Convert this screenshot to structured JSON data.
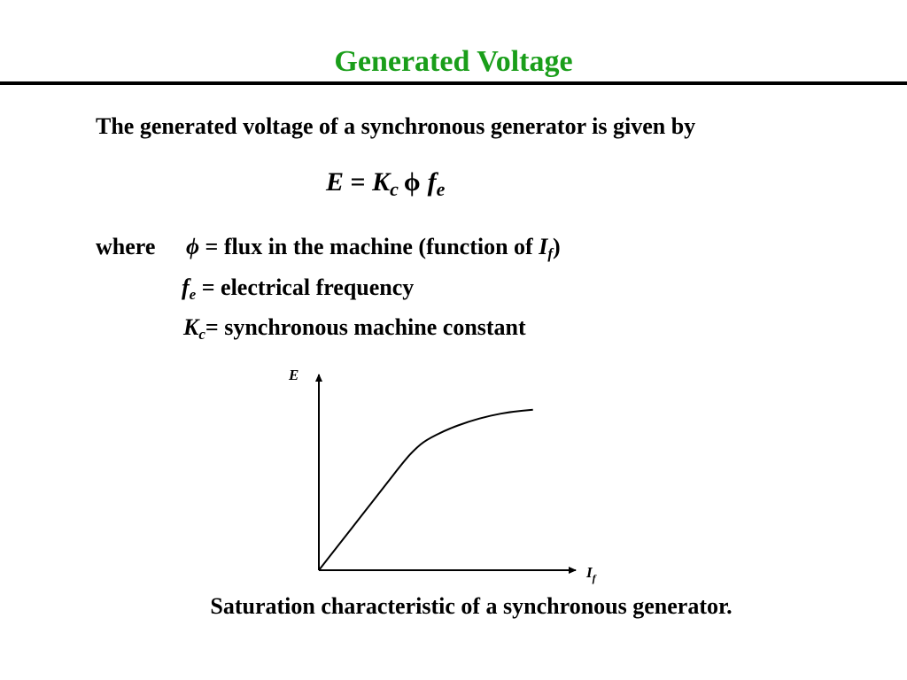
{
  "slide": {
    "title": "Generated Voltage",
    "intro": "The generated voltage of a synchronous generator is given by",
    "where_word": "where",
    "caption": "Saturation characteristic of a synchronous generator."
  },
  "equation": {
    "lhs": "E",
    "equals": " = ",
    "k": "K",
    "k_sub": "c",
    "phi": "ϕ",
    "f": "f",
    "f_sub": "e"
  },
  "definitions": [
    {
      "symbol": "ϕ",
      "sub": "",
      "text_before": " = flux in the machine (function of ",
      "ref_symbol": "I",
      "ref_sub": "f",
      "text_after": ")"
    },
    {
      "symbol": "f",
      "sub": "e",
      "text": " = electrical frequency"
    },
    {
      "symbol": "K",
      "sub": "c",
      "text": "= synchronous machine constant"
    }
  ],
  "chart_data": {
    "type": "line",
    "title": "",
    "xlabel": "I",
    "xlabel_sub": "f",
    "ylabel": "E",
    "x": [
      0,
      0.1,
      0.2,
      0.3,
      0.4,
      0.45,
      0.5,
      0.6,
      0.7,
      0.8,
      0.9,
      1.0
    ],
    "y": [
      0,
      0.14,
      0.28,
      0.42,
      0.56,
      0.62,
      0.665,
      0.72,
      0.76,
      0.79,
      0.81,
      0.82
    ],
    "xlim": [
      0,
      1.2
    ],
    "ylim": [
      0,
      1.0
    ],
    "grid": false,
    "ticks": false
  }
}
